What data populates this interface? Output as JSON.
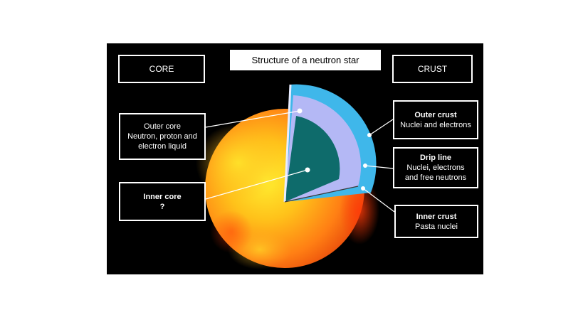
{
  "title": "Structure  of a neutron  star",
  "headers": {
    "core": "CORE",
    "crust": "CRUST"
  },
  "labels": {
    "outer_core": {
      "lines": [
        "Outer core",
        "Neutron, proton and",
        "electron liquid"
      ]
    },
    "inner_core": {
      "lines": [
        "Inner core",
        "?"
      ]
    },
    "outer_crust": {
      "lines": [
        "Outer crust",
        "Nuclei and electrons"
      ]
    },
    "drip_line": {
      "lines": [
        "Drip line",
        "Nuclei, electrons",
        "and free neutrons"
      ]
    },
    "inner_crust": {
      "lines": [
        "Inner crust",
        "Pasta nuclei"
      ]
    }
  },
  "colors": {
    "background": "#000000",
    "star_surface": "#ff6a10",
    "outer_core": "#b4b8f5",
    "inner_core": "#0e6b6b",
    "crust_band": "#3fb7ea",
    "label_border": "#ffffff"
  }
}
